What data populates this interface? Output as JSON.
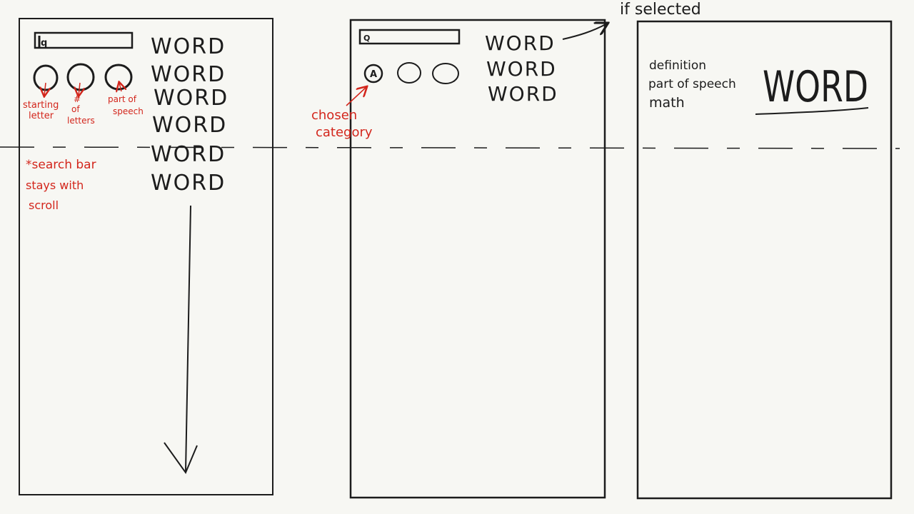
{
  "screen1": {
    "search_icon": "q",
    "words": [
      "WORD",
      "WORD",
      "WORD",
      "WORD",
      "WORD",
      "WORD"
    ],
    "filters": [
      "filter-starting-letter",
      "filter-number-of-letters",
      "filter-part-of-speech"
    ],
    "annotations": {
      "starting_letter": [
        "starting",
        "letter"
      ],
      "num_letters": [
        "#",
        "of",
        "letters"
      ],
      "part_of_speech": [
        "part of",
        "speech"
      ],
      "search_note": [
        "*search bar",
        "stays with",
        "scroll"
      ]
    }
  },
  "screen2": {
    "search_icon": "Q",
    "chosen_filter_letter": "A",
    "words": [
      "WORD",
      "WORD",
      "WORD"
    ],
    "annotations": {
      "chosen_category": [
        "chosen",
        "category"
      ],
      "if_selected": "if selected"
    }
  },
  "screen3": {
    "details": [
      "definition",
      "part of speech",
      "math"
    ],
    "word": "WORD"
  },
  "colors": {
    "ink": "#1c1c1c",
    "annotation": "#d3261c",
    "paper": "#f7f7f3"
  }
}
